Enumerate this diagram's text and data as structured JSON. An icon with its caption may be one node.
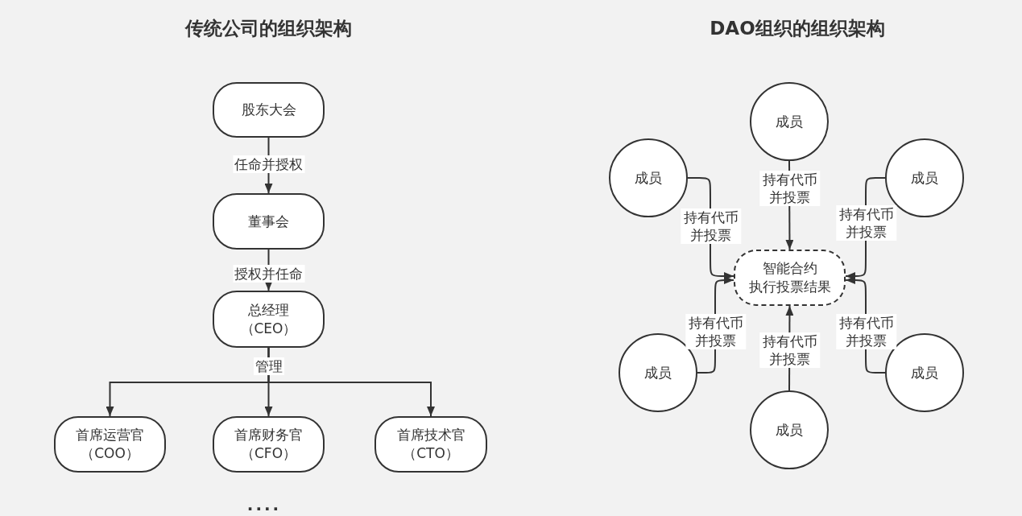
{
  "diagram": {
    "nodes": [
      {
        "text": [
          "股东大会"
        ]
      },
      {
        "text": [
          "董事会"
        ]
      },
      {
        "text": [
          "总经理（CEO）"
        ]
      },
      {
        "text": [
          "首席运营官（COO）"
        ]
      },
      {
        "text": [
          "首席财务官（CFO）"
        ]
      },
      {
        "text": [
          "首席技术官（CTO）"
        ]
      },
      {
        "text": [
          "成员"
        ]
      },
      {
        "text": [
          "成员"
        ]
      },
      {
        "text": [
          "成员"
        ]
      },
      {
        "text": [
          "智能合约执行投票结果"
        ]
      },
      {
        "text": [
          "成员"
        ]
      },
      {
        "text": [
          "成员"
        ]
      },
      {
        "text": [
          "成员"
        ]
      }
    ],
    "edges": [
      {
        "from": 0,
        "to": 1,
        "arrow": "to",
        "label": "任命并授权"
      },
      {
        "from": 1,
        "to": 2,
        "arrow": "to",
        "label": "授权并任命"
      },
      {
        "from": 2,
        "to": 3,
        "arrow": "to"
      },
      {
        "from": 2,
        "to": 4,
        "arrow": "to",
        "label": "管理"
      },
      {
        "from": 2,
        "to": 5,
        "arrow": "to"
      },
      {
        "from": 6,
        "to": 9,
        "arrow": "to",
        "label": "持有代币并投票"
      },
      {
        "from": 7,
        "to": 9,
        "arrow": "to",
        "label": "持有代币并投票"
      },
      {
        "from": 8,
        "to": 9,
        "arrow": "to",
        "label": "持有代币并投票"
      },
      {
        "from": 10,
        "to": 9,
        "arrow": "to",
        "label": "持有代币并投票"
      },
      {
        "from": 11,
        "to": 9,
        "arrow": "to",
        "label": "持有代币并投票"
      },
      {
        "from": 12,
        "to": 9,
        "arrow": "to",
        "label": "持有代币并投票"
      }
    ],
    "labels": [
      "传统公司的组织架构",
      "DAO组织的组织架构",
      "...."
    ]
  }
}
